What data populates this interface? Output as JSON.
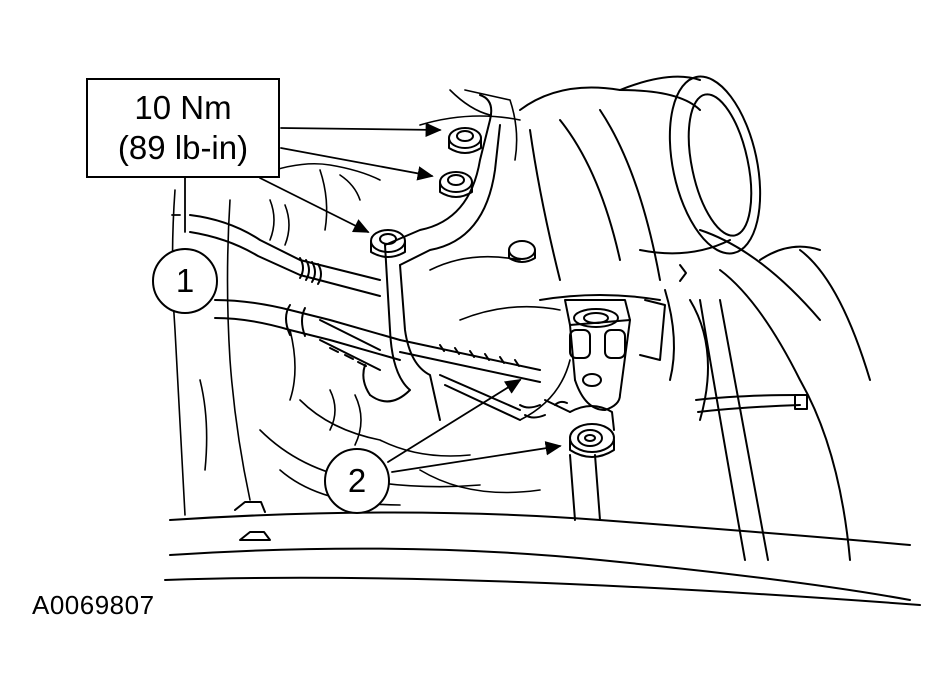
{
  "torque_spec": {
    "metric": "10 Nm",
    "imperial": "(89 lb-in)"
  },
  "callouts": [
    {
      "number": "1"
    },
    {
      "number": "2"
    }
  ],
  "figure_id": "A0069807",
  "colors": {
    "line": "#000000",
    "background": "#ffffff"
  }
}
